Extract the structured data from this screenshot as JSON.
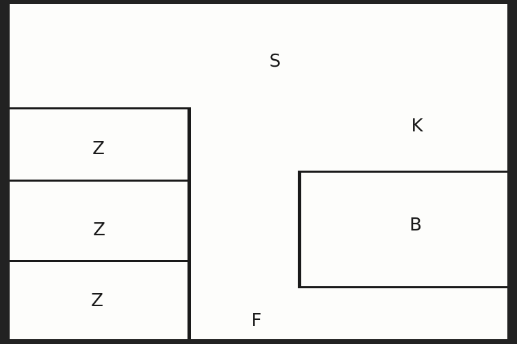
{
  "labels": {
    "s": "S",
    "k": "K",
    "f": "F",
    "b": "B",
    "z1": "Z",
    "z2": "Z",
    "z3": "Z"
  },
  "colors": {
    "frame": "#222222",
    "paper": "#fdfdfb",
    "line": "#1a1a1a"
  }
}
